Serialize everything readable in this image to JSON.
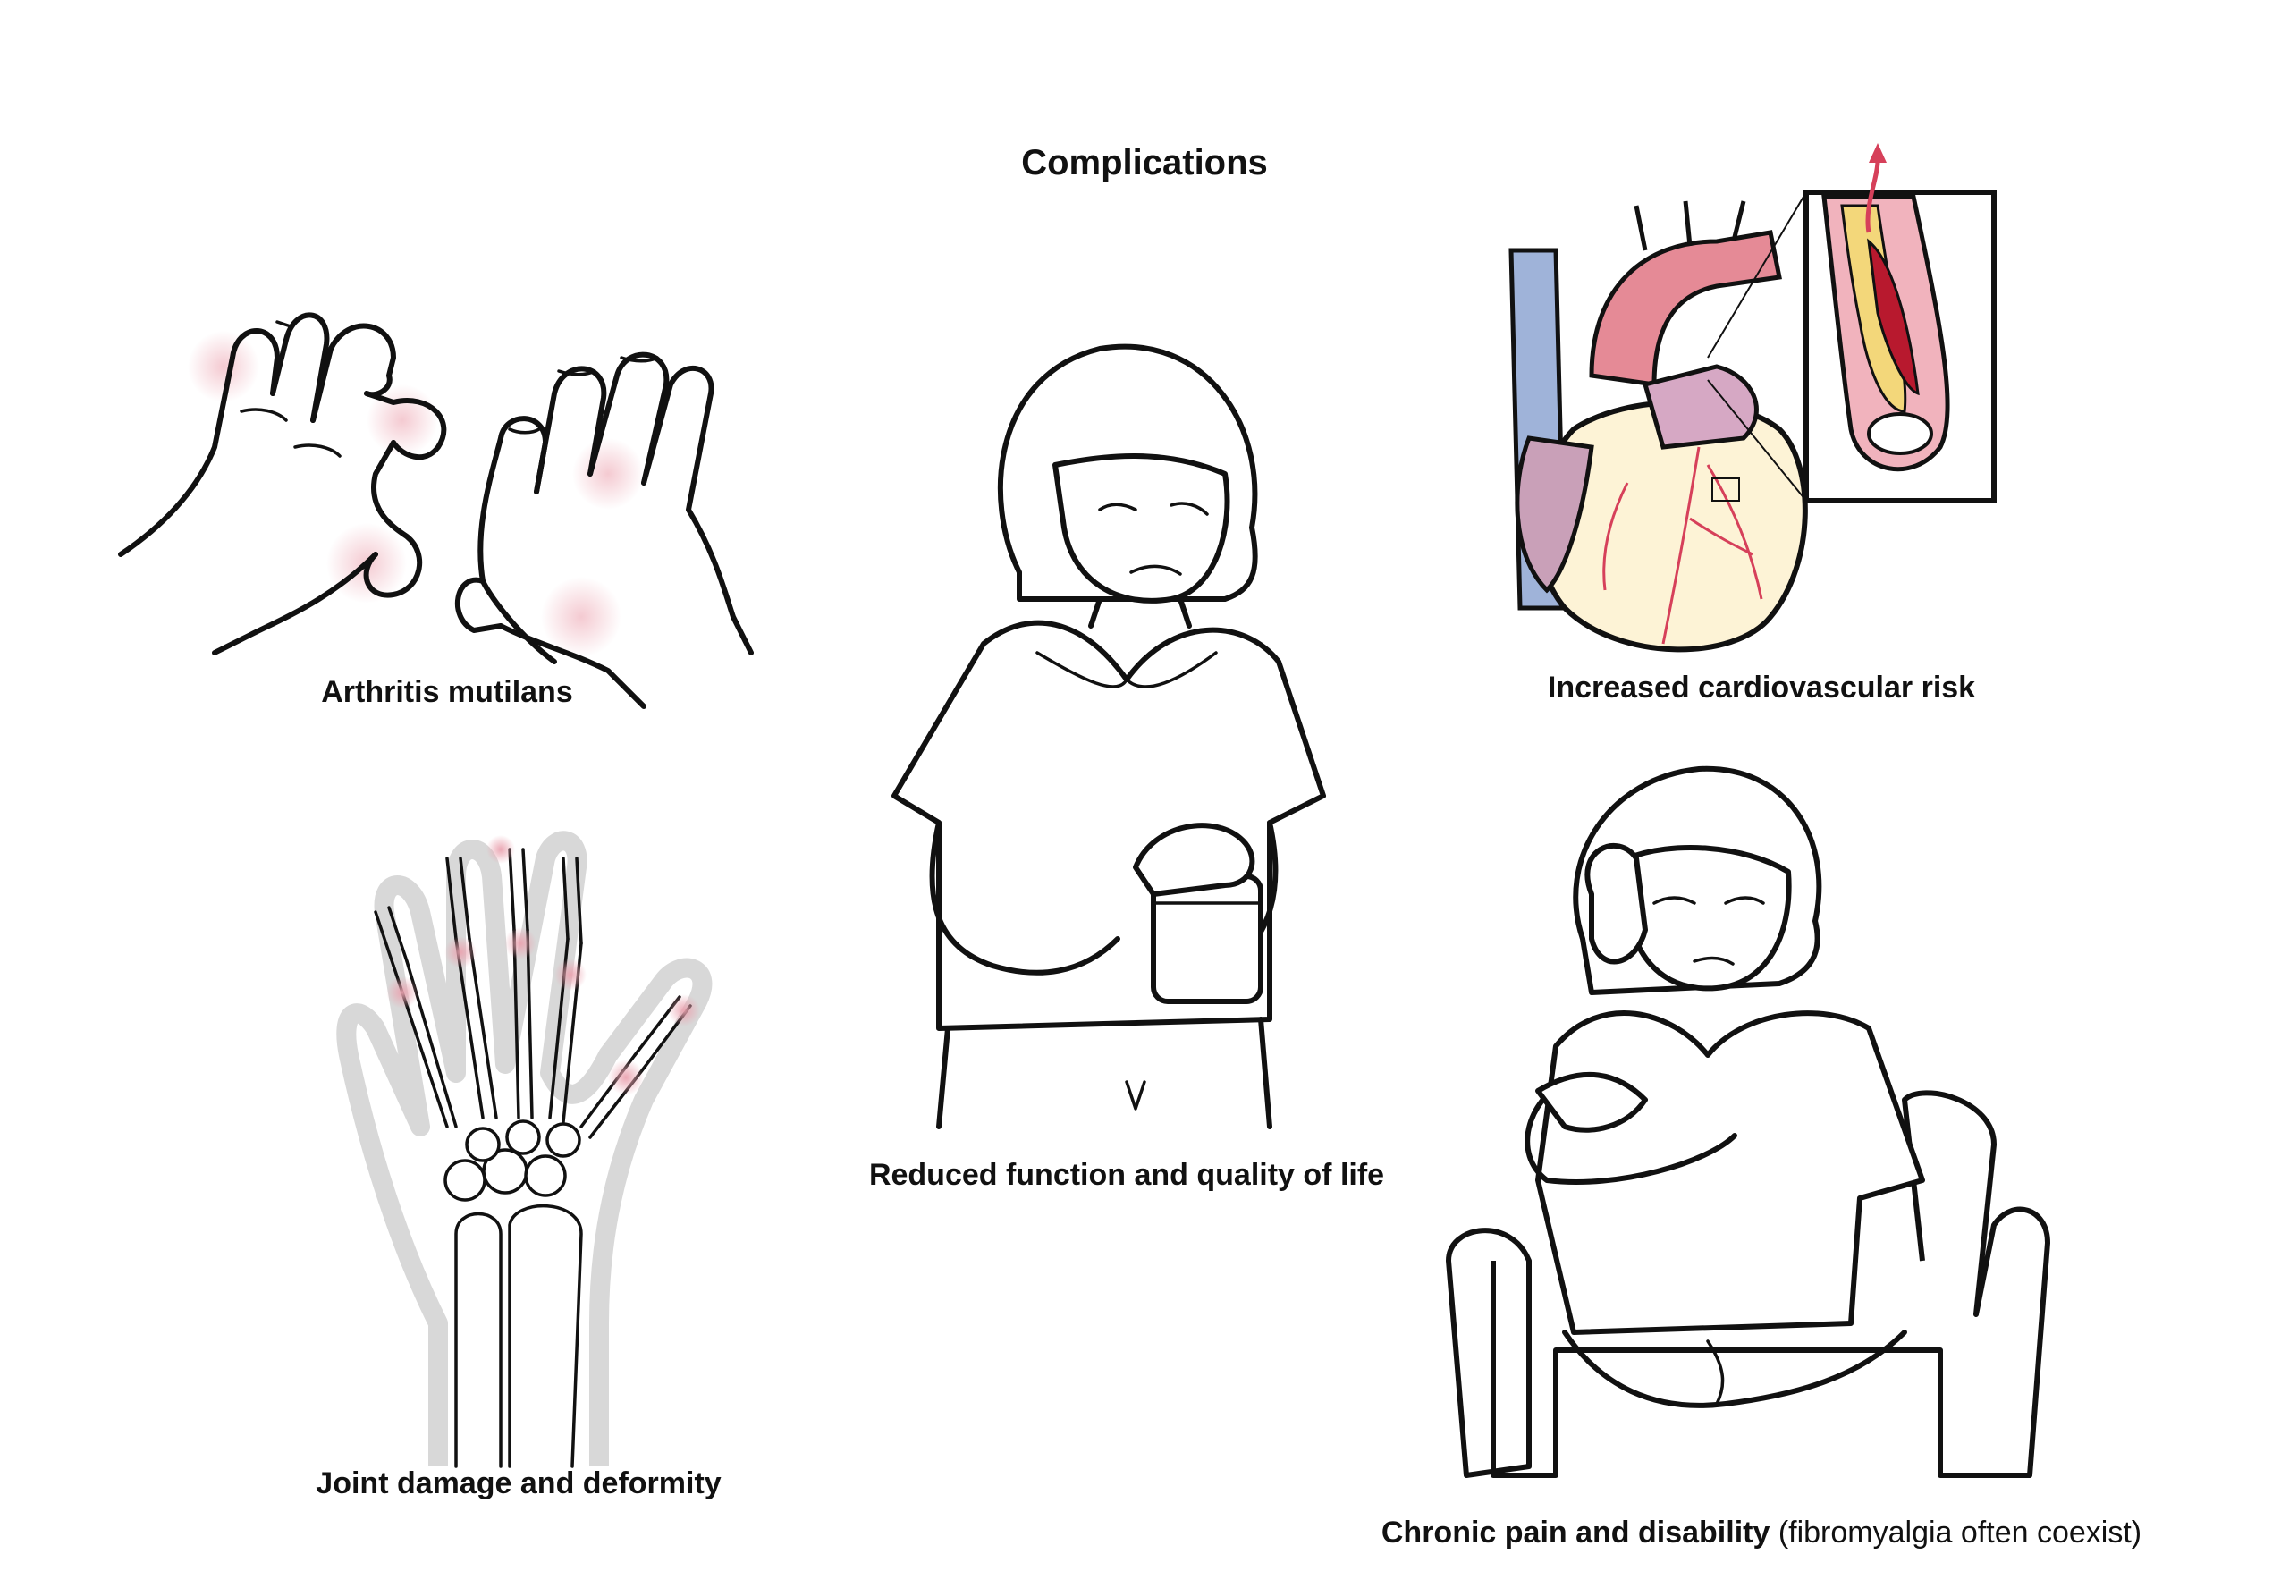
{
  "title": "Complications",
  "labels": {
    "arthritis_mutilans": "Arthritis mutilans",
    "joint_damage": "Joint damage and deformity",
    "reduced_function": "Reduced function and quality of life",
    "cardiovascular": "Increased cardiovascular risk",
    "chronic_pain_main": "Chronic pain and disability",
    "chronic_pain_sub": "(fibromyalgia often coexist)"
  },
  "colors": {
    "line": "#111111",
    "inflammation": "#f3c4cc",
    "artery_red": "#d6405a",
    "vein_blue": "#9fb3d9",
    "plaque_yellow": "#f3d77a",
    "heart_pink": "#e58a96",
    "heart_cream": "#fdf3d6",
    "bone_halo": "#d8d8d8"
  },
  "icons": [
    "deformed-hands-icon",
    "hand-skeleton-icon",
    "woman-opening-jar-icon",
    "heart-icon",
    "artery-plaque-inset-icon",
    "woman-in-pain-icon"
  ]
}
